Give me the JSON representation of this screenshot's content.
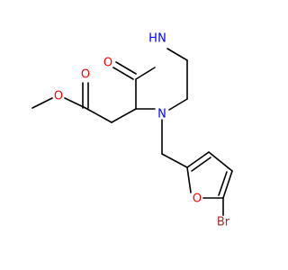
{
  "molecule": {
    "atoms": {
      "ester_o_single": {
        "symbol": "O",
        "color": "#ff0000"
      },
      "ester_o_double": {
        "symbol": "O",
        "color": "#ff0000"
      },
      "ketone_o": {
        "symbol": "O",
        "color": "#ff0000"
      },
      "amine_nh": {
        "symbol": "H",
        "symbol_n": "N",
        "color": "#0000ff"
      },
      "ring_n": {
        "symbol": "N",
        "color": "#0000ff"
      },
      "furan_o": {
        "symbol": "O",
        "color": "#ff0000"
      },
      "bromine": {
        "symbol": "Br",
        "color": "#a52a2a"
      }
    }
  }
}
